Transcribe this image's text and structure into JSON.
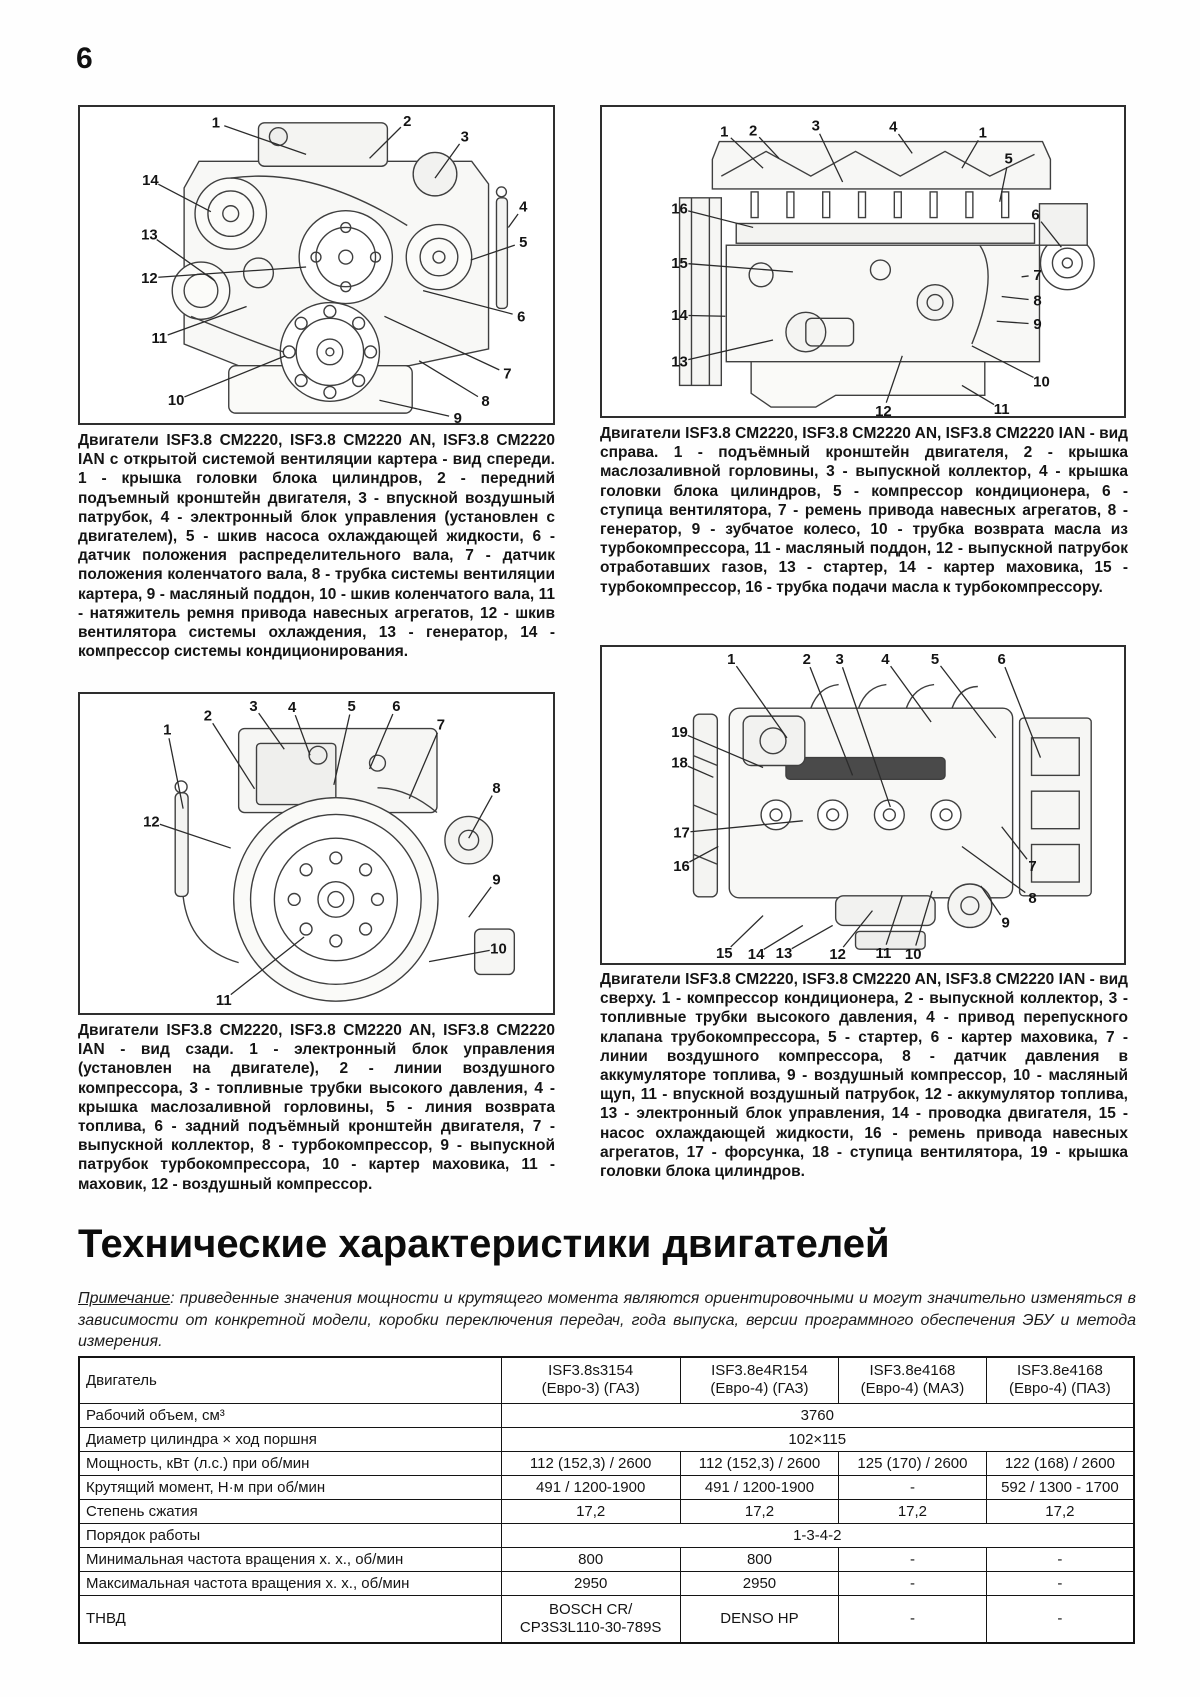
{
  "page": {
    "number": "6"
  },
  "figures": [
    {
      "view": "front",
      "caption": "Двигатели ISF3.8 CM2220, ISF3.8 CM2220 AN, ISF3.8 CM2220 IAN с открытой системой вентиляции картера - вид спереди. 1 - крышка головки блока цилиндров, 2 - передний подъемный кронштейн двигателя, 3 - впускной воздушный патрубок, 4 - электронный блок управления (установлен с двигателем), 5 - шкив насоса охлаждающей жидкости, 6 - датчик положения распределительного вала, 7 - датчик положения коленчатого вала, 8 - трубка системы вентиляции картера, 9 - масляный поддон, 10 - шкив коленчатого вала, 11 - натяжитель ремня привода навесных агрегатов, 12 - шкив вентилятора системы охлаждения, 13 - генератор, 14 - компрессор системы кондиционирования.",
      "callouts": [
        "1",
        "2",
        "3",
        "4",
        "5",
        "6",
        "7",
        "8",
        "9",
        "10",
        "11",
        "12",
        "13",
        "14"
      ]
    },
    {
      "view": "right",
      "caption": "Двигатели ISF3.8 CM2220, ISF3.8 CM2220 AN, ISF3.8 CM2220 IAN - вид справа. 1 - подъёмный кронштейн двигателя, 2 - крышка маслозаливной горловины, 3 - выпускной коллектор, 4 - крышка головки блока цилиндров, 5 - компрессор кондиционера, 6 - ступица вентилятора, 7 - ремень привода навесных агрегатов, 8 - генератор, 9 - зубчатое колесо, 10 - трубка возврата масла из турбокомпрессора, 11 - масляный поддон, 12 - выпускной патрубок отработавших газов, 13 - стартер, 14 - картер маховика, 15 - турбокомпрессор, 16 - трубка подачи масла к турбокомпрессору.",
      "callouts": [
        "1",
        "2",
        "3",
        "4",
        "1",
        "5",
        "6",
        "7",
        "8",
        "9",
        "10",
        "11",
        "12",
        "13",
        "14",
        "15",
        "16"
      ]
    },
    {
      "view": "rear",
      "caption": "Двигатели ISF3.8 CM2220, ISF3.8 CM2220 AN, ISF3.8 CM2220 IAN - вид сзади. 1 - электронный блок управления (установлен на двигателе), 2 - линии воздушного компрессора, 3 - топливные трубки высокого давления, 4 - крышка маслозаливной горловины, 5 - линия возврата топлива, 6 - задний подъёмный кронштейн двигателя, 7 - выпускной коллектор, 8 - турбокомпрессор, 9 - выпускной патрубок турбокомпрессора, 10 - картер маховика, 11 - маховик, 12 - воздушный компрессор.",
      "callouts": [
        "1",
        "2",
        "3",
        "4",
        "5",
        "6",
        "7",
        "8",
        "9",
        "10",
        "11",
        "12"
      ]
    },
    {
      "view": "top",
      "caption": "Двигатели ISF3.8 CM2220, ISF3.8 CM2220 AN, ISF3.8 CM2220 IAN - вид сверху. 1 - компрессор кондиционера, 2 - выпускной коллектор, 3 - топливные трубки высокого давления, 4 - привод перепускного клапана трубокомпрессора, 5 - стартер, 6 - картер маховика, 7 - линии воздушного компрессора, 8 - датчик давления в аккумуляторе топлива, 9 - воздушный компрессор, 10 - масляный щуп, 11 - впускной воздушный патрубок, 12 - аккумулятор топлива, 13 - электронный блок управления, 14 - проводка двигателя, 15 - насос охлаждающей жидкости, 16 - ремень привода навесных агрегатов, 17 - форсунка, 18 - ступица вентилятора, 19 - крышка головки блока цилиндров.",
      "callouts": [
        "1",
        "2",
        "3",
        "4",
        "5",
        "6",
        "19",
        "18",
        "17",
        "16",
        "7",
        "8",
        "9",
        "15",
        "14",
        "13",
        "12",
        "11",
        "10"
      ]
    }
  ],
  "section": {
    "title": "Технические характеристики двигателей"
  },
  "note": {
    "label": "Примечание",
    "text": ": приведенные значения мощности и крутящего момента являются ориентировочными и могут значительно изменяться в зависимости от конкретной модели, коробки переключения передач, года выпуска, версии программного обеспечения ЭБУ и метода измерения."
  },
  "table": {
    "header": {
      "label": "Двигатель",
      "columns": [
        {
          "model": "ISF3.8s3154",
          "spec": "(Евро-3) (ГАЗ)"
        },
        {
          "model": "ISF3.8e4R154",
          "spec": "(Евро-4) (ГАЗ)"
        },
        {
          "model": "ISF3.8e4168",
          "spec": "(Евро-4) (МАЗ)"
        },
        {
          "model": "ISF3.8e4168",
          "spec": "(Евро-4) (ПАЗ)"
        }
      ]
    },
    "rows": [
      {
        "label": "Рабочий объем, см³",
        "span": "3760"
      },
      {
        "label": "Диаметр цилиндра × ход поршня",
        "span": "102×115"
      },
      {
        "label": "Мощность, кВт (л.с.) при об/мин",
        "values": [
          "112 (152,3) / 2600",
          "112 (152,3) / 2600",
          "125 (170) / 2600",
          "122 (168) / 2600"
        ]
      },
      {
        "label": "Крутящий момент, Н·м при об/мин",
        "values": [
          "491 / 1200-1900",
          "491 / 1200-1900",
          "-",
          "592 / 1300 - 1700"
        ]
      },
      {
        "label": "Степень сжатия",
        "values": [
          "17,2",
          "17,2",
          "17,2",
          "17,2"
        ]
      },
      {
        "label": "Порядок работы",
        "span": "1-3-4-2"
      },
      {
        "label": "Минимальная частота вращения х. х., об/мин",
        "values": [
          "800",
          "800",
          "-",
          "-"
        ]
      },
      {
        "label": "Максимальная частота вращения х. х., об/мин",
        "values": [
          "2950",
          "2950",
          "-",
          "-"
        ]
      },
      {
        "label": "ТНВД",
        "tnvd_line1": "BOSCH CR/",
        "tnvd_line2": "CP3S3L110-30-789S",
        "values": [
          "DENSO HP",
          "-",
          "-"
        ]
      }
    ]
  }
}
